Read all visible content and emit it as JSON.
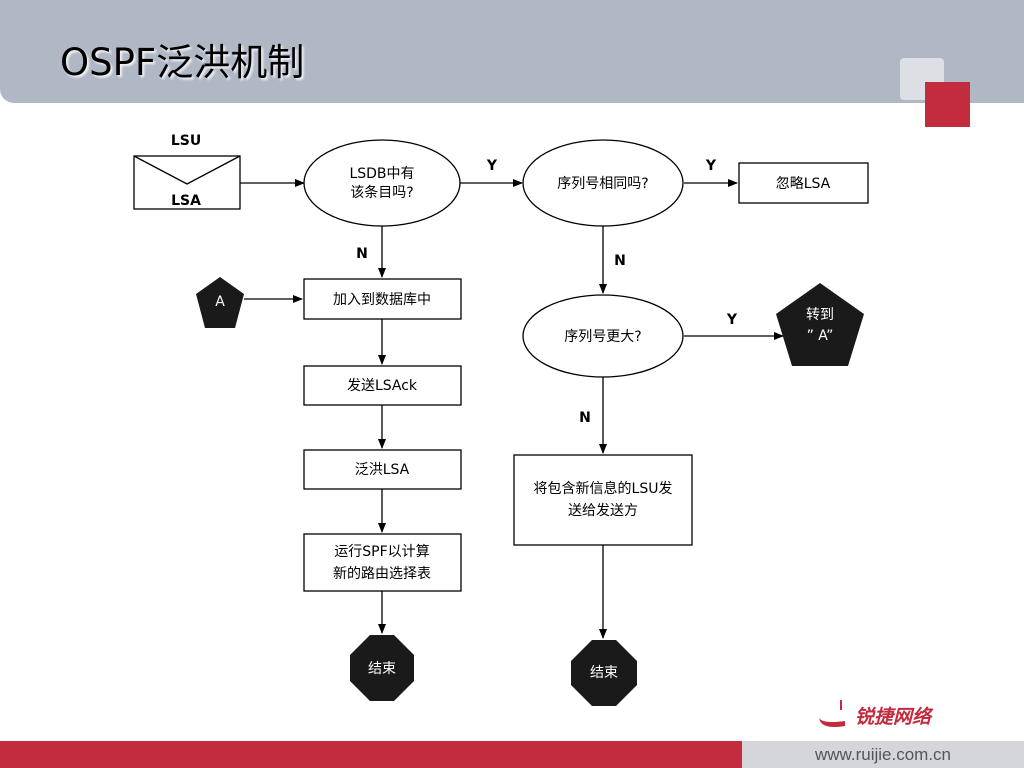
{
  "title": "OSPF泛洪机制",
  "footer": {
    "url": "www.ruijie.com.cn"
  },
  "logo": {
    "text": "锐捷网络"
  },
  "colors": {
    "accent": "#c32b3f",
    "header": "#b0b8c6",
    "node_dark": "#1a1a1a"
  },
  "diagram": {
    "envelope": {
      "top_label": "LSU",
      "body_label": "LSA"
    },
    "q_lsdb": [
      "LSDB中有",
      "该条目吗?"
    ],
    "q_seq_same": "序列号相同吗?",
    "ignore": "忽略LSA",
    "add_db": "加入到数据库中",
    "send_ack": "发送LSAck",
    "flood": "泛洪LSA",
    "run_spf": [
      "运行SPF以计算",
      "新的路由选择表"
    ],
    "end1": "结束",
    "end2": "结束",
    "node_a": "A",
    "q_seq_newer": "序列号更大?",
    "goto_a": [
      "转到",
      "” A”"
    ],
    "send_newer": [
      "将包含新信息的LSU发",
      "送给发送方"
    ],
    "labels": {
      "yes": "Y",
      "no": "N"
    }
  }
}
